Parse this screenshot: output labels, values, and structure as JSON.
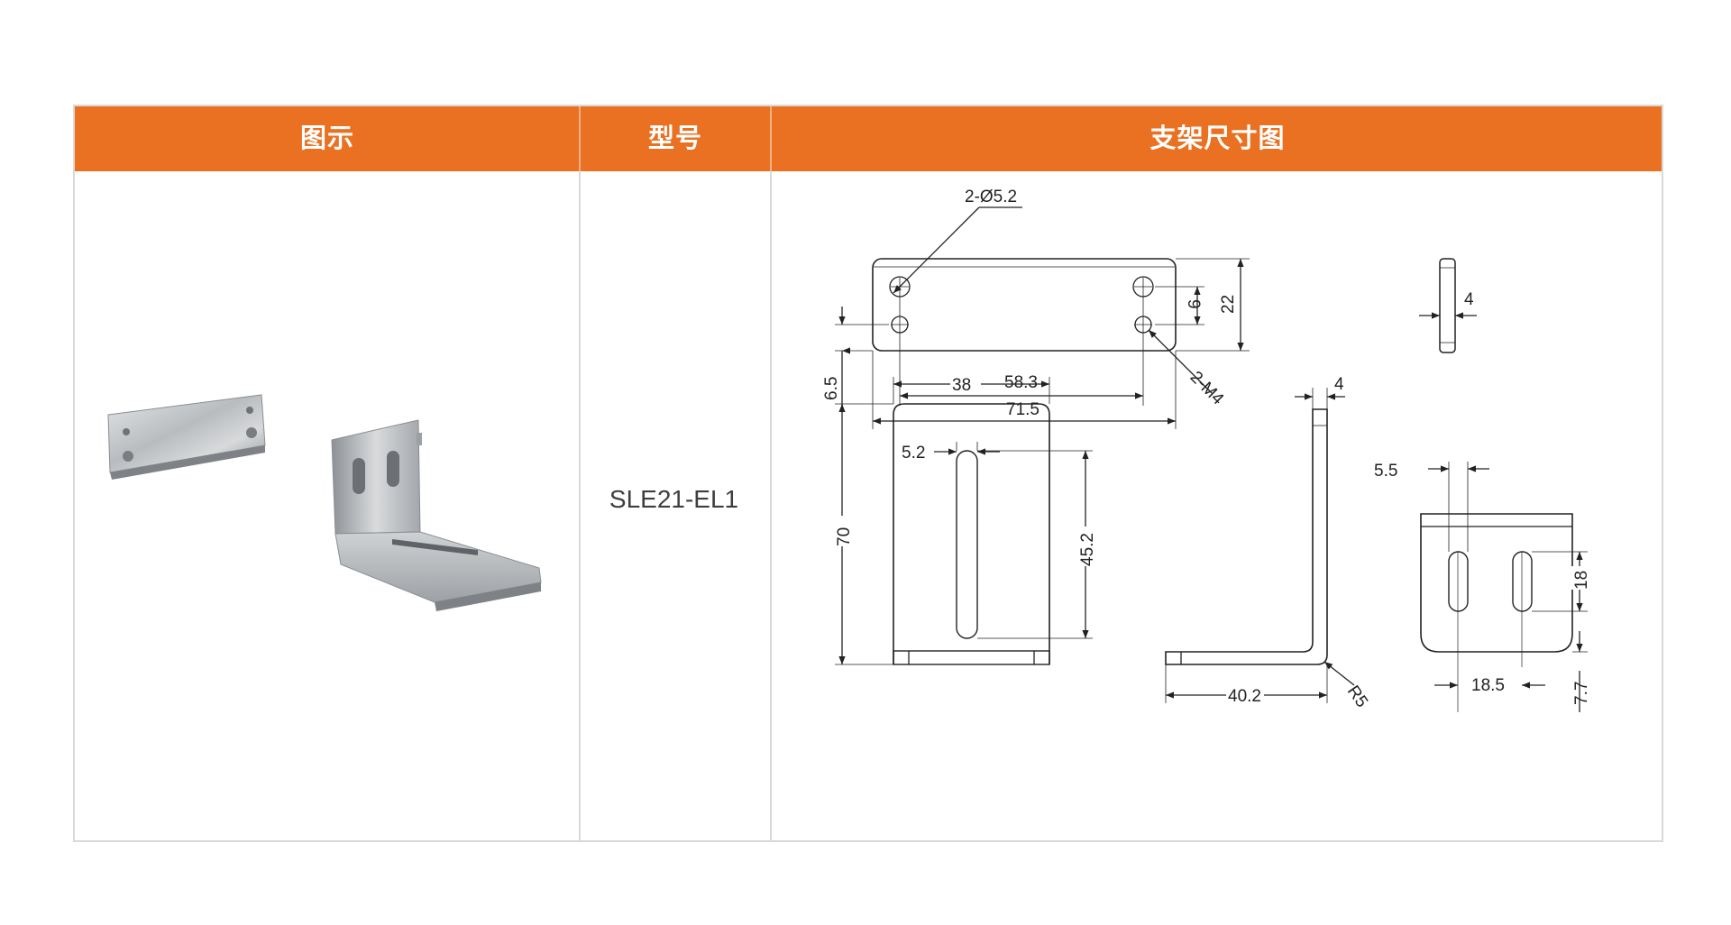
{
  "table": {
    "headers": {
      "image": "图示",
      "model": "型号",
      "drawing": "支架尺寸图"
    },
    "header_color": "#ea7122",
    "model_value": "SLE21-EL1"
  },
  "drawing": {
    "top_view": {
      "hole_callout": "2-Ø5.2",
      "thread_callout": "2-M4",
      "dim_hole_pitch_v": "9",
      "dim_height": "22",
      "dim_offset": "6.5",
      "dim_hole_pitch_h": "58.3",
      "dim_length": "71.5"
    },
    "side_view": {
      "dim_thickness": "4"
    },
    "front_view": {
      "dim_width": "38",
      "dim_slot_width": "5.2",
      "dim_height": "70",
      "dim_slot_length": "45.2"
    },
    "profile_view": {
      "dim_thickness": "4",
      "dim_base": "40.2",
      "dim_radius": "R5"
    },
    "bottom_view": {
      "dim_slot_width": "5.5",
      "dim_slot_length": "18",
      "dim_slot_pitch": "18.5",
      "dim_edge": "7.7"
    }
  }
}
